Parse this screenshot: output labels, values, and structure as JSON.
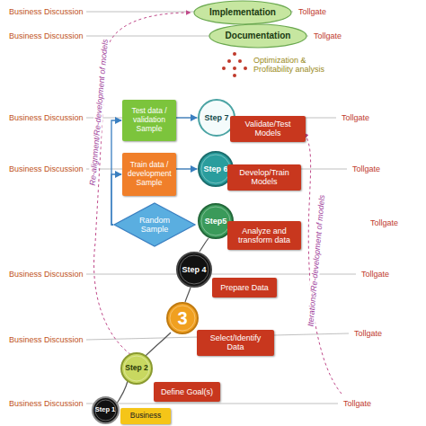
{
  "diagram": {
    "nodes": [
      {
        "text": [
          "Implementation"
        ]
      },
      {
        "text": [
          "Documentation"
        ]
      },
      {
        "text": [
          "Test data / validation Sample"
        ]
      },
      {
        "text": [
          "Step 7"
        ]
      },
      {
        "text": [
          "Validate/Test Models"
        ]
      },
      {
        "text": [
          "Train data / development Sample"
        ]
      },
      {
        "text": [
          "Step 6"
        ]
      },
      {
        "text": [
          "Develop/Train Models"
        ]
      },
      {
        "text": [
          "Random Sample"
        ]
      },
      {
        "text": [
          "Step5"
        ]
      },
      {
        "text": [
          "Analyze and transform data"
        ]
      },
      {
        "text": [
          "Step 4"
        ]
      },
      {
        "text": [
          "Prepare Data"
        ]
      },
      {
        "text": [
          "3"
        ]
      },
      {
        "text": [
          "Select/Identify Data"
        ]
      },
      {
        "text": [
          "Step 2"
        ]
      },
      {
        "text": [
          "Define Goal(s)"
        ]
      },
      {
        "text": [
          "Step 1"
        ]
      },
      {
        "text": [
          "Business"
        ]
      }
    ],
    "edges": [
      {
        "from": 8,
        "to": 2,
        "arrow": "to"
      },
      {
        "from": 8,
        "to": 5,
        "arrow": "to"
      },
      {
        "from": 2,
        "to": 3,
        "arrow": "to"
      },
      {
        "from": 5,
        "to": 6,
        "arrow": "to"
      }
    ],
    "labels": [
      "Business Discussion",
      "Tollgate",
      "Business Discussion",
      "Tollgate",
      "Re-alignment/Re-development of models",
      "Optimization & Profitability analysis",
      "Business Discussion",
      "Tollgate",
      "Business Discussion",
      "Tollgate",
      "Tollgate",
      "Iterations/Re-development of models",
      "Business Discussion",
      "Tollgate",
      "Business Discussion",
      "Tollgate",
      "Business Discussion",
      "Tollgate"
    ]
  }
}
